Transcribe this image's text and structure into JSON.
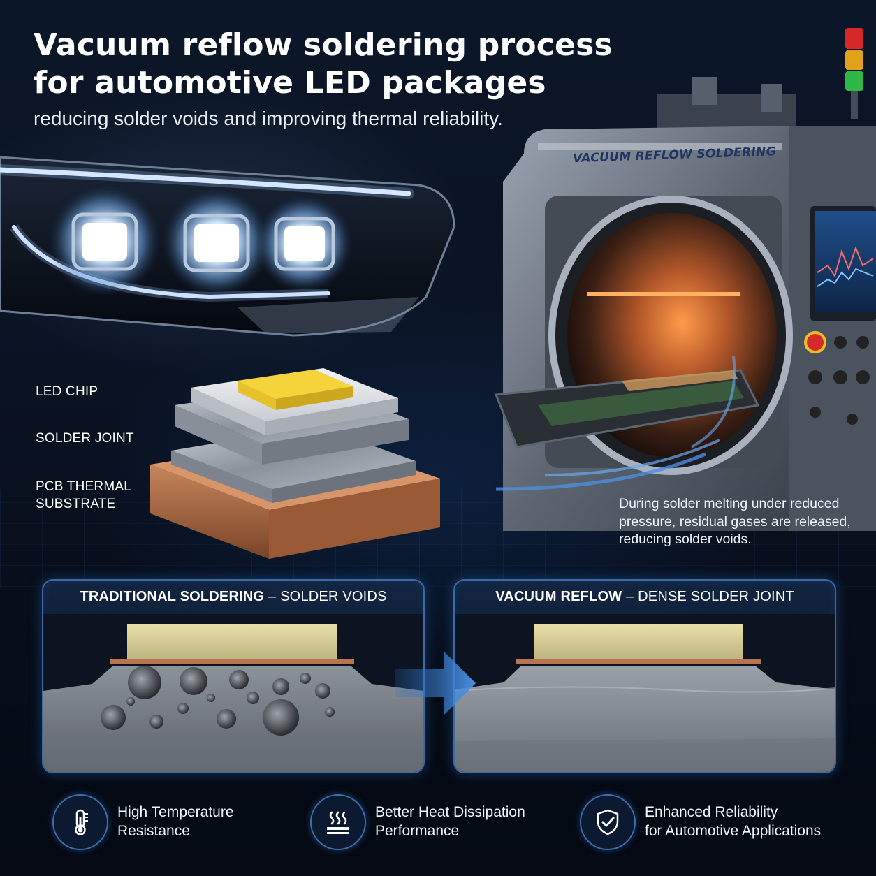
{
  "header": {
    "title": "Vacuum reflow soldering process for automotive LED packages",
    "subtitle": "reducing solder voids and improving thermal reliability."
  },
  "machine": {
    "label": "VACUUM REFLOW SOLDERING"
  },
  "stack_labels": {
    "led_chip": "LED CHIP",
    "solder_joint": "SOLDER JOINT",
    "pcb_line1": "PCB THERMAL",
    "pcb_line2": "SUBSTRATE"
  },
  "caption": "During solder melting under reduced pressure, residual gases are released, reducing solder voids.",
  "comparison": {
    "left": {
      "title_bold": "TRADITIONAL SOLDERING",
      "title_rest": " – SOLDER VOIDS"
    },
    "right": {
      "title_bold": "VACUUM REFLOW",
      "title_rest": " – DENSE SOLDER JOINT"
    }
  },
  "features": [
    {
      "icon": "thermometer-icon",
      "line1": "High Temperature",
      "line2": "Resistance"
    },
    {
      "icon": "heat-waves-icon",
      "line1": "Better Heat Dissipation",
      "line2": "Performance"
    },
    {
      "icon": "shield-check-icon",
      "line1": "Enhanced Reliability",
      "line2": "for Automotive Applications"
    }
  ],
  "colors": {
    "accent_blue": "#3b6aa6",
    "led_yellow": "#f4d43a",
    "copper": "#b8744e",
    "oven_glow": "#ff8a3c",
    "background": "#050b16"
  }
}
